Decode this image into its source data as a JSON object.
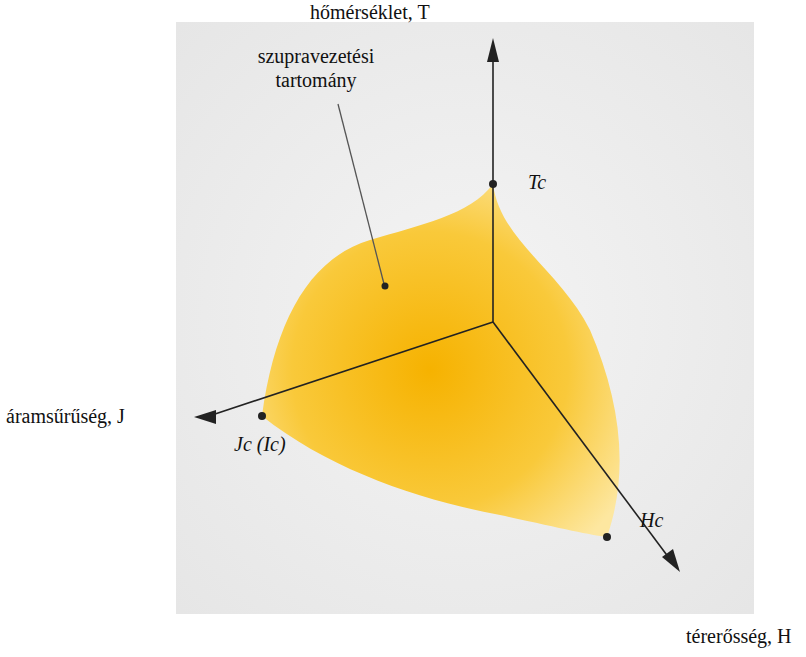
{
  "diagram": {
    "labels": [
      "hőmérséklet, T",
      "szupravezetési tartomány",
      "Tc",
      "áramsűrűség, J",
      "Jc (Ic)",
      "Hc",
      "térerősség, H"
    ]
  }
}
